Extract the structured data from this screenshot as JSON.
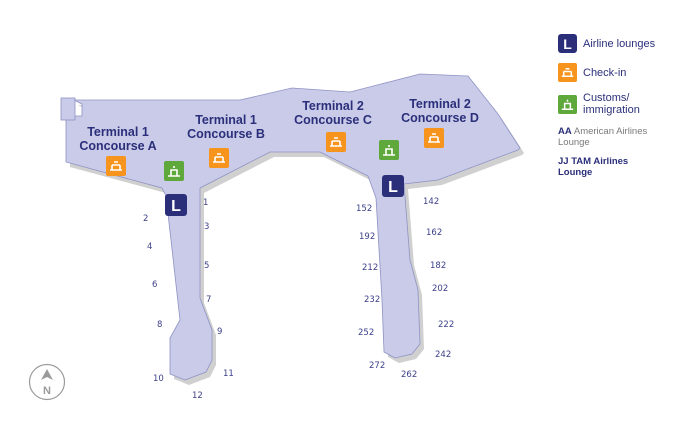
{
  "terminals": [
    {
      "line1": "Terminal 1",
      "line2": "Concourse A"
    },
    {
      "line1": "Terminal 1",
      "line2": "Concourse B"
    },
    {
      "line1": "Terminal 2",
      "line2": "Concourse C"
    },
    {
      "line1": "Terminal 2",
      "line2": "Concourse D"
    }
  ],
  "gates_left": [
    "1",
    "2",
    "3",
    "4",
    "5",
    "6",
    "7",
    "8",
    "9",
    "10",
    "11",
    "12"
  ],
  "gates_right": [
    "142",
    "152",
    "162",
    "182",
    "192",
    "202",
    "212",
    "222",
    "232",
    "242",
    "252",
    "262",
    "272"
  ],
  "legend": {
    "lounges": "Airline lounges",
    "checkin": "Check-in",
    "customs_line1": "Customs/",
    "customs_line2": "immigration",
    "aa_code": "AA",
    "aa_name_1": "American Airlines",
    "aa_name_2": "Lounge",
    "jj_line1": "JJ TAM Airlines",
    "jj_line2": "Lounge"
  },
  "icons": {
    "lounge_letter": "L",
    "compass_letter": "N"
  },
  "colors": {
    "terminal_fill": "#c9cbe8",
    "terminal_shadow": "#cfcfcf",
    "terminal_stroke": "#8e92c4",
    "lounge": "#2b2f7a",
    "checkin": "#f7941d",
    "customs": "#5fa83c",
    "label": "#2b2f7a"
  }
}
